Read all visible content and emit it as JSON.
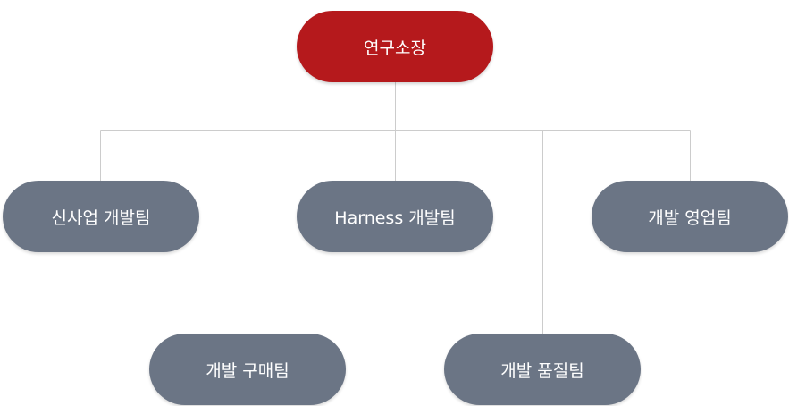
{
  "diagram": {
    "root": {
      "label": "연구소장",
      "color": "#b5191c"
    },
    "children": [
      {
        "label": "신사업 개발팀"
      },
      {
        "label": "Harness 개발팀"
      },
      {
        "label": "개발 영업팀"
      },
      {
        "label": "개발 구매팀"
      },
      {
        "label": "개발 품질팀"
      }
    ],
    "child_color": "#6b7585",
    "line_color": "#cccccc"
  }
}
